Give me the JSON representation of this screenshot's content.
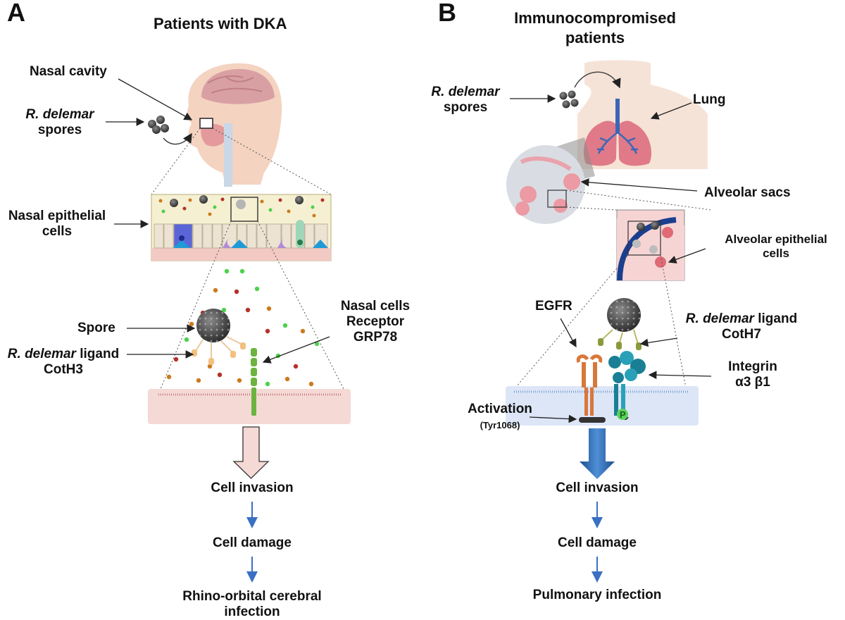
{
  "panel_a": {
    "letter": "A",
    "title": "Patients with DKA",
    "labels": {
      "nasal_cavity": "Nasal cavity",
      "spores_italic": "R. delemar",
      "spores_rest": "spores",
      "nasal_epithelial_1": "Nasal epithelial",
      "nasal_epithelial_2": "cells",
      "spore": "Spore",
      "ligand_italic": "R. delemar",
      "ligand_rest": "ligand",
      "ligand_name": "CotH3",
      "receptor_1": "Nasal cells",
      "receptor_2": "Receptor",
      "receptor_3": "GRP78"
    },
    "flow": [
      "Cell invasion",
      "Cell damage",
      "Rhino-orbital cerebral",
      "infection"
    ]
  },
  "panel_b": {
    "letter": "B",
    "title_1": "Immunocompromised",
    "title_2": "patients",
    "labels": {
      "spores_italic": "R. delemar",
      "spores_rest": "spores",
      "lung": "Lung",
      "alveolar_sacs": "Alveolar sacs",
      "alveolar_epithelial_1": "Alveolar epithelial",
      "alveolar_epithelial_2": "cells",
      "egfr": "EGFR",
      "ligand_italic": "R. delemar",
      "ligand_rest": "ligand",
      "ligand_name": "CotH7",
      "integrin_1": "Integrin",
      "integrin_2": "α3 β1",
      "activation": "Activation",
      "tyr": "(Tyr1068)",
      "phospho": "P"
    },
    "flow": [
      "Cell invasion",
      "Cell damage",
      "Pulmonary infection"
    ]
  },
  "colors": {
    "arrow_blue": "#3a6fc4",
    "receptor_green": "#6cb33f",
    "egfr_orange": "#d9773a",
    "integrin_teal": "#1a7f95",
    "lung_red": "#e07a88"
  }
}
